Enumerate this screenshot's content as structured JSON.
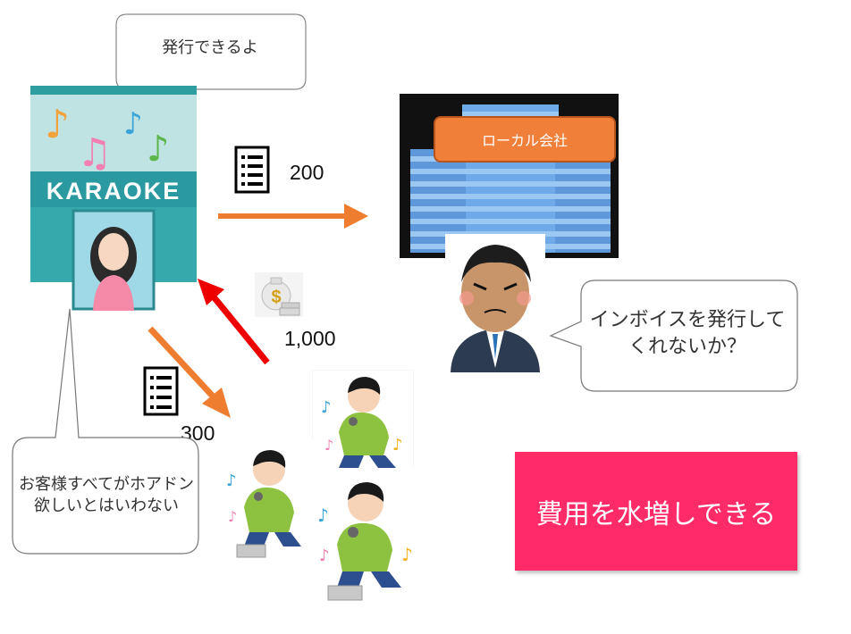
{
  "bubbles": {
    "karaoke": "発行できるよ",
    "boss": "インボイスを発行してくれないか？",
    "customers": "お客様すべてがホアドン欲しいとはいわない"
  },
  "karaoke_sign": "KARAOKE",
  "company_label": "ローカル会社",
  "amounts": {
    "to_company": "200",
    "from_customers": "1,000",
    "to_customers": "300"
  },
  "money_symbol": "$",
  "callout": "費用を水増しできる",
  "colors": {
    "orange_arrow": "#ef7d2f",
    "red_arrow": "#ee0000",
    "callout_bg": "#ff2a68",
    "company_label_bg": "#f07f3a",
    "building_blue": "#5a98e0"
  }
}
